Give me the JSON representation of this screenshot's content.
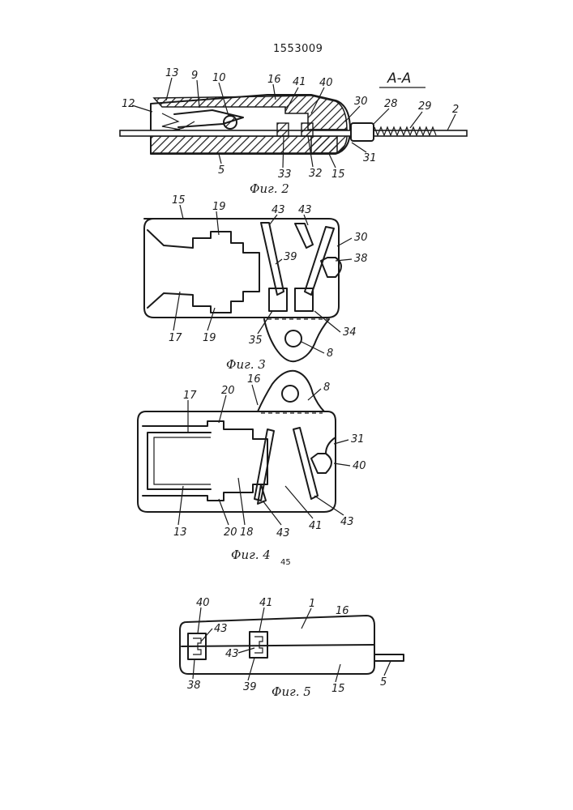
{
  "patent_number": "1553009",
  "page_marker": "45",
  "section_label": "А-А",
  "figures": {
    "fig2": {
      "caption": "Фиг. 2",
      "labels": {
        "l13": "13",
        "l9": "9",
        "l10": "10",
        "l16": "16",
        "l41": "41",
        "l40": "40",
        "l12": "12",
        "l30": "30",
        "l28": "28",
        "l29": "29",
        "l2": "2",
        "l5": "5",
        "l33": "33",
        "l32": "32",
        "l15": "15",
        "l31": "31"
      }
    },
    "fig3": {
      "caption": "Фиг. 3",
      "labels": {
        "l15": "15",
        "l19a": "19",
        "l43a": "43",
        "l43b": "43",
        "l30": "30",
        "l39": "39",
        "l38": "38",
        "l17": "17",
        "l19b": "19",
        "l35": "35",
        "l34": "34",
        "l8": "8"
      }
    },
    "fig4": {
      "caption": "Фиг. 4",
      "labels": {
        "l16": "16",
        "l8": "8",
        "l17": "17",
        "l20a": "20",
        "l31": "31",
        "l40": "40",
        "l13": "13",
        "l20b": "20",
        "l18": "18",
        "l43a": "43",
        "l41": "41",
        "l43b": "43"
      }
    },
    "fig5": {
      "caption": "Фиг. 5",
      "labels": {
        "l40": "40",
        "l41": "41",
        "l1": "1",
        "l16": "16",
        "l43a": "43",
        "l43b": "43",
        "l38": "38",
        "l39": "39",
        "l15": "15",
        "l5": "5"
      }
    }
  }
}
